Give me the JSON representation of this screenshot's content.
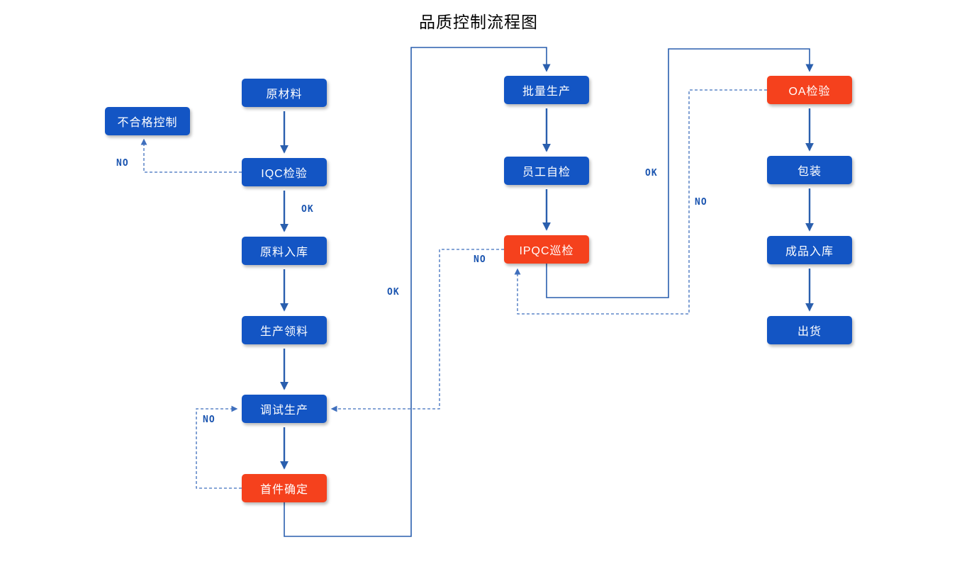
{
  "title": "品质控制流程图",
  "labels": {
    "ok": "OK",
    "no": "NO"
  },
  "colors": {
    "node_blue": "#1355c4",
    "node_red": "#f5411d",
    "line_blue": "#2a5fae",
    "dashed_blue": "#3f6fbd",
    "label_text": "#1b55b0",
    "node_text": "#ffffff",
    "title_text": "#000000",
    "background": "#ffffff"
  },
  "nodes": [
    {
      "id": "nonconforming-control",
      "label": "不合格控制",
      "type": "blue"
    },
    {
      "id": "raw-material",
      "label": "原材料",
      "type": "blue"
    },
    {
      "id": "iqc-inspection",
      "label": "IQC检验",
      "type": "blue"
    },
    {
      "id": "raw-material-storage",
      "label": "原料入库",
      "type": "blue"
    },
    {
      "id": "production-picking",
      "label": "生产领料",
      "type": "blue"
    },
    {
      "id": "trial-production",
      "label": "调试生产",
      "type": "blue"
    },
    {
      "id": "first-article-confirmation",
      "label": "首件确定",
      "type": "red"
    },
    {
      "id": "mass-production",
      "label": "批量生产",
      "type": "blue"
    },
    {
      "id": "employee-self-inspection",
      "label": "员工自检",
      "type": "blue"
    },
    {
      "id": "ipqc-patrol-inspection",
      "label": "IPQC巡检",
      "type": "red"
    },
    {
      "id": "oa-inspection",
      "label": "OA检验",
      "type": "red"
    },
    {
      "id": "packaging",
      "label": "包装",
      "type": "blue"
    },
    {
      "id": "finished-goods-storage",
      "label": "成品入库",
      "type": "blue"
    },
    {
      "id": "shipment",
      "label": "出货",
      "type": "blue"
    }
  ],
  "edges": [
    {
      "from": "raw-material",
      "to": "iqc-inspection",
      "label": "",
      "style": "solid"
    },
    {
      "from": "iqc-inspection",
      "to": "raw-material-storage",
      "label": "OK",
      "style": "solid"
    },
    {
      "from": "iqc-inspection",
      "to": "nonconforming-control",
      "label": "NO",
      "style": "dashed"
    },
    {
      "from": "raw-material-storage",
      "to": "production-picking",
      "label": "",
      "style": "solid"
    },
    {
      "from": "production-picking",
      "to": "trial-production",
      "label": "",
      "style": "solid"
    },
    {
      "from": "trial-production",
      "to": "first-article-confirmation",
      "label": "",
      "style": "solid"
    },
    {
      "from": "first-article-confirmation",
      "to": "mass-production",
      "label": "OK",
      "style": "solid"
    },
    {
      "from": "first-article-confirmation",
      "to": "trial-production",
      "label": "NO",
      "style": "dashed"
    },
    {
      "from": "mass-production",
      "to": "employee-self-inspection",
      "label": "",
      "style": "solid"
    },
    {
      "from": "employee-self-inspection",
      "to": "ipqc-patrol-inspection",
      "label": "",
      "style": "solid"
    },
    {
      "from": "ipqc-patrol-inspection",
      "to": "oa-inspection",
      "label": "OK",
      "style": "solid"
    },
    {
      "from": "ipqc-patrol-inspection",
      "to": "trial-production",
      "label": "NO",
      "style": "dashed"
    },
    {
      "from": "oa-inspection",
      "to": "packaging",
      "label": "",
      "style": "solid"
    },
    {
      "from": "oa-inspection",
      "to": "ipqc-patrol-inspection",
      "label": "NO",
      "style": "dashed"
    },
    {
      "from": "packaging",
      "to": "finished-goods-storage",
      "label": "",
      "style": "solid"
    },
    {
      "from": "finished-goods-storage",
      "to": "shipment",
      "label": "",
      "style": "solid"
    }
  ]
}
